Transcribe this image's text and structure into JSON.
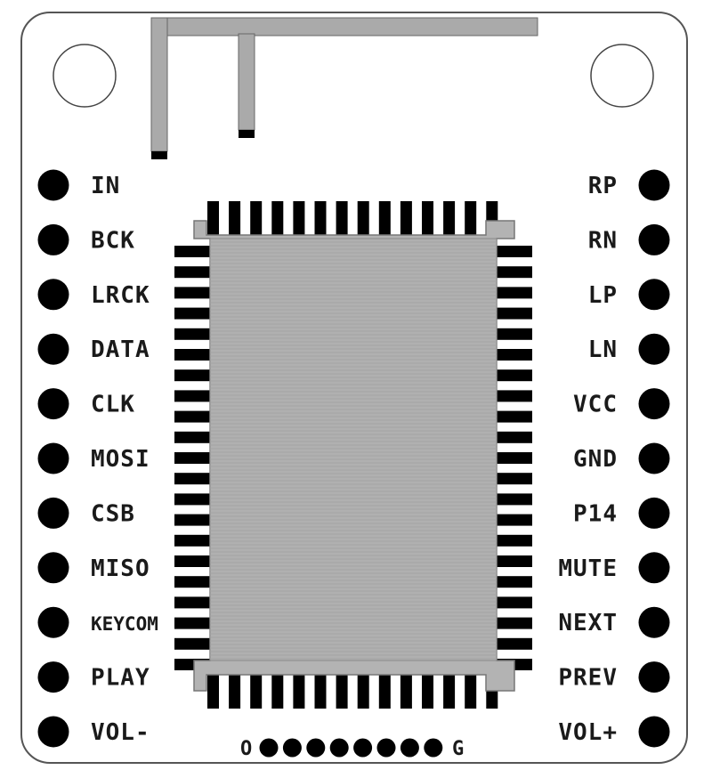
{
  "module": {
    "left_pins": [
      "IN",
      "BCK",
      "LRCK",
      "DATA",
      "CLK",
      "MOSI",
      "CSB",
      "MISO",
      "KEYCOM",
      "PLAY",
      "VOL-"
    ],
    "right_pins": [
      "RP",
      "RN",
      "LP",
      "LN",
      "VCC",
      "GND",
      "P14",
      "MUTE",
      "NEXT",
      "PREV",
      "VOL+"
    ],
    "bottom_header": {
      "left_label": "O",
      "right_label": "G",
      "pad_count": 8
    },
    "chip": {
      "top_pad_count": 14,
      "bottom_pad_count": 14,
      "left_pad_count": 21,
      "right_pad_count": 21
    },
    "colors": {
      "board_outline": "#555555",
      "pad": "#000000",
      "chip_body": "#b3b3b3",
      "antenna": "#aaaaaa"
    }
  }
}
